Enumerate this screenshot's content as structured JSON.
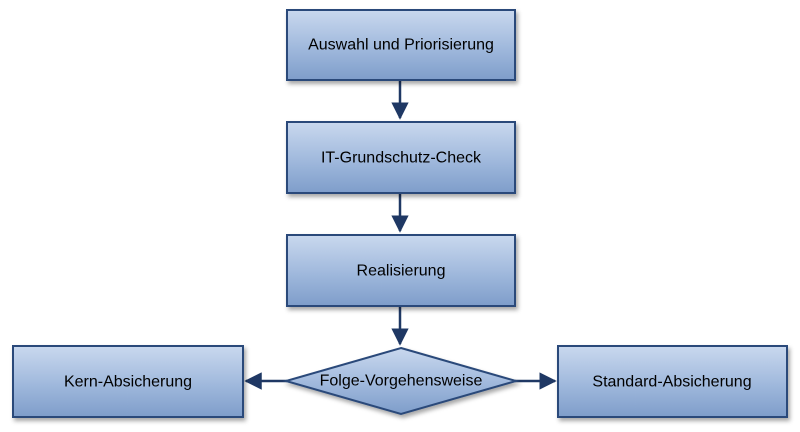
{
  "nodes": {
    "auswahl": {
      "label": "Auswahl und Priorisierung"
    },
    "check": {
      "label": "IT-Grundschutz-Check"
    },
    "realisierung": {
      "label": "Realisierung"
    },
    "folge": {
      "label": "Folge-Vorgehensweise"
    },
    "kern": {
      "label": "Kern-Absicherung"
    },
    "standard": {
      "label": "Standard-Absicherung"
    }
  },
  "edges": [
    {
      "from": "Auswahl und Priorisierung",
      "to": "IT-Grundschutz-Check"
    },
    {
      "from": "IT-Grundschutz-Check",
      "to": "Realisierung"
    },
    {
      "from": "Realisierung",
      "to": "Folge-Vorgehensweise"
    },
    {
      "from": "Folge-Vorgehensweise",
      "to": "Kern-Absicherung"
    },
    {
      "from": "Folge-Vorgehensweise",
      "to": "Standard-Absicherung"
    }
  ],
  "colors": {
    "box_fill_top": "#c7d6ec",
    "box_fill_bottom": "#7f9ecb",
    "box_stroke": "#2b4a7a",
    "arrow": "#1f3864"
  }
}
